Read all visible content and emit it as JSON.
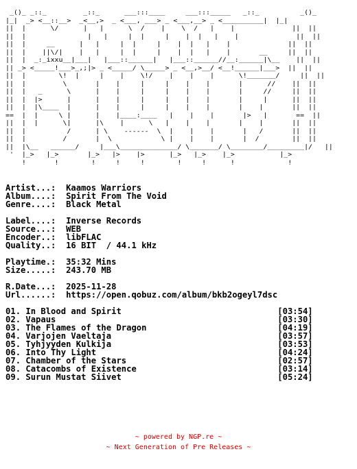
{
  "ascii_logo": " _()_ _::_         _::_      ___:::____     ___:::_____   _::_          _()_ \n|_|  _> <__::__>  _<__,>  _ <___, ___> _ <___,__> _ <__________|  |_|\n||  |      \\/      |   |      \\  /    |    \\  /   |    |              ||  ||\n||  |               |   |     |  |     |    |  |   |    |              ||  ||\n||  |     __      |   |     |  |     |    |  |   |    |              ||  ||\n||  |    ||\\/|    |   |     |  |     |    |  |   |    |       __     ||  ||\n||  |  _:_ixxu__|___|   |___::______|   |___::______//__:______|\\__    ||  ||\n|| _> <_____!___>_,;|> _ <_____/ \\_____> _ <__,>__/ <__!______|___>  ||  ||\n||  |        \\!  |     |    |    \\!/    |    |    |      \\!_______/     ||  ||\n||  |         \\       |    |     |     |    |    |       |      //    ||  ||\n||  |   _      \\      |    |     |     |    |    |       |     //     ||  ||\n||  |  |>      |      |    |     |     |    |    |       |     |      ||  ||\n||  |  |\\____  |      |    |     |     |    |    |       |    |       ||  ||\n==  |  |     \\ |      |    |____:____   |    |    |       |>   |       ==  ||\n||  |  |      \\|      |\\    |      \\   |    |    |       |    |       ||  ||\n||  |          /      | \\    ------  \\  |    |    |       |   /       ||  ||\n||  |         /       |  \\            \\ |    |    |       |  /        ||  ||\n||  |\\__   ______/     |___\\______________/ \\_______/ \\________/_________|/   ||\n '  |_>   |_>       |_>   |>    |>      |_>   |_>    |_>           |_>  \n    !       !        !     !     !        !     !      !             !   ",
  "release": {
    "header": [
      {
        "key": "Artist...",
        "value": "Kaamos Warriors"
      },
      {
        "key": "Album....",
        "value": "Spirit From The Void"
      },
      {
        "key": "Genre....",
        "value": "Black Metal"
      }
    ],
    "media": [
      {
        "key": "Label....",
        "value": "Inverse Records"
      },
      {
        "key": "Source...",
        "value": "WEB"
      },
      {
        "key": "Encoder..",
        "value": "libFLAC"
      },
      {
        "key": "Quality..",
        "value": "16 BIT  / 44.1 kHz"
      }
    ],
    "size": [
      {
        "key": "Playtime.",
        "value": "35:32 Mins"
      },
      {
        "key": "Size.....",
        "value": "243.70 MB"
      }
    ],
    "date": [
      {
        "key": "R.Date...",
        "value": "2025-11-28"
      },
      {
        "key": "Url......",
        "value": "https://open.qobuz.com/album/bkb2ogeyl7dsc"
      }
    ]
  },
  "tracklist": [
    {
      "number": "01",
      "title": "In Blood and Spirit",
      "duration": "03:54"
    },
    {
      "number": "02",
      "title": "Vapaus",
      "duration": "03:30"
    },
    {
      "number": "03",
      "title": "The Flames of the Dragon",
      "duration": "04:19"
    },
    {
      "number": "04",
      "title": "Varjojen Vaeltaja",
      "duration": "03:57"
    },
    {
      "number": "05",
      "title": "Tyhjyyden Kulkija",
      "duration": "03:53"
    },
    {
      "number": "06",
      "title": "Into Thy Light",
      "duration": "04:24"
    },
    {
      "number": "07",
      "title": "Chamber of the Stars",
      "duration": "02:57"
    },
    {
      "number": "08",
      "title": "Catacombs of Existence",
      "duration": "03:14"
    },
    {
      "number": "09",
      "title": "Surun Mustat Siivet",
      "duration": "05:24"
    }
  ],
  "footer": {
    "line1": "~ powered by NGP.re ~",
    "line2": "~ Next Generation of Pre Releases ~"
  },
  "colors": {
    "text": "#000000",
    "footer": "#d40000",
    "background": "#ffffff"
  }
}
